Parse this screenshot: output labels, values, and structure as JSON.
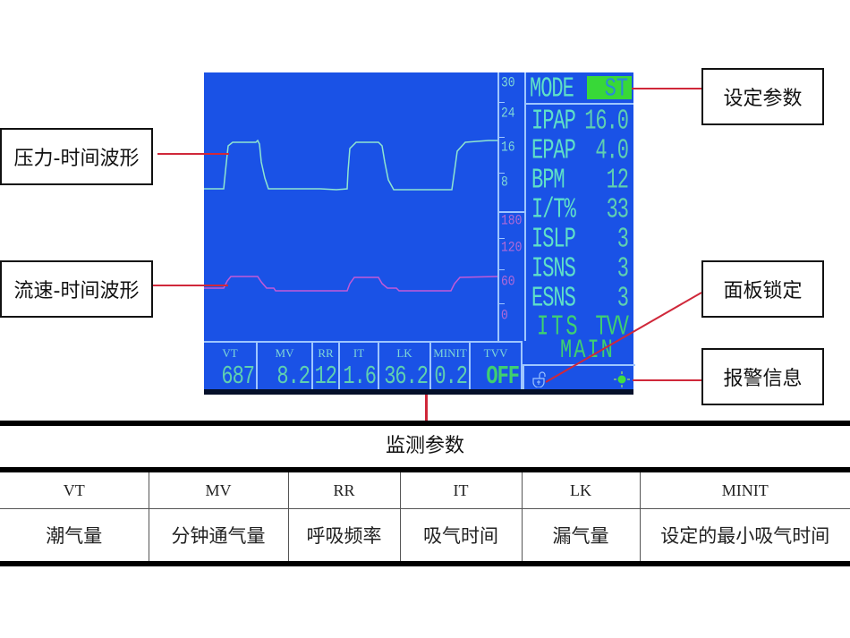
{
  "screen": {
    "pressure_scale": [
      "30",
      "24",
      "16",
      "8"
    ],
    "flow_scale": [
      "180",
      "120",
      "60",
      "0"
    ],
    "mode": {
      "label": "MODE",
      "value": "ST"
    },
    "settings": [
      {
        "label": "IPAP",
        "value": "16.0"
      },
      {
        "label": "EPAP",
        "value": "4.0"
      },
      {
        "label": "BPM",
        "value": "12"
      },
      {
        "label": "I/T%",
        "value": "33"
      },
      {
        "label": "ISLP",
        "value": "3"
      },
      {
        "label": "ISNS",
        "value": "3"
      },
      {
        "label": "ESNS",
        "value": "3"
      },
      {
        "label": "ITS",
        "value": "TVV"
      }
    ],
    "main_label": "MAIN",
    "monitor": [
      {
        "label": "VT",
        "value": "687"
      },
      {
        "label": "MV",
        "value": "8.2"
      },
      {
        "label": "RR",
        "value": "12"
      },
      {
        "label": "IT",
        "value": "1.6"
      },
      {
        "label": "LK",
        "value": "36.2"
      },
      {
        "label": "MINIT",
        "value": "0.2"
      },
      {
        "label": "TVV",
        "value": "OFF"
      }
    ],
    "icons": {
      "lock": "panel-lock-icon",
      "alarm": "alarm-light-icon"
    },
    "colors": {
      "screen_bg": "#1a52e6",
      "pressure_wave": "#8fe6d0",
      "flow_wave": "#c25ad8",
      "mode_badge": "#38d838",
      "leader": "#d0283a"
    }
  },
  "callouts": {
    "pressure_wave": "压力-时间波形",
    "flow_wave": "流速-时间波形",
    "settings": "设定参数",
    "panel_lock": "面板锁定",
    "alarm": "报警信息"
  },
  "legend": {
    "title": "监测参数",
    "columns": [
      {
        "abbr": "VT",
        "desc": "潮气量"
      },
      {
        "abbr": "MV",
        "desc": "分钟通气量"
      },
      {
        "abbr": "RR",
        "desc": "呼吸频率"
      },
      {
        "abbr": "IT",
        "desc": "吸气时间"
      },
      {
        "abbr": "LK",
        "desc": "漏气量"
      },
      {
        "abbr": "MINIT",
        "desc": "设定的最小吸气时间"
      }
    ]
  }
}
